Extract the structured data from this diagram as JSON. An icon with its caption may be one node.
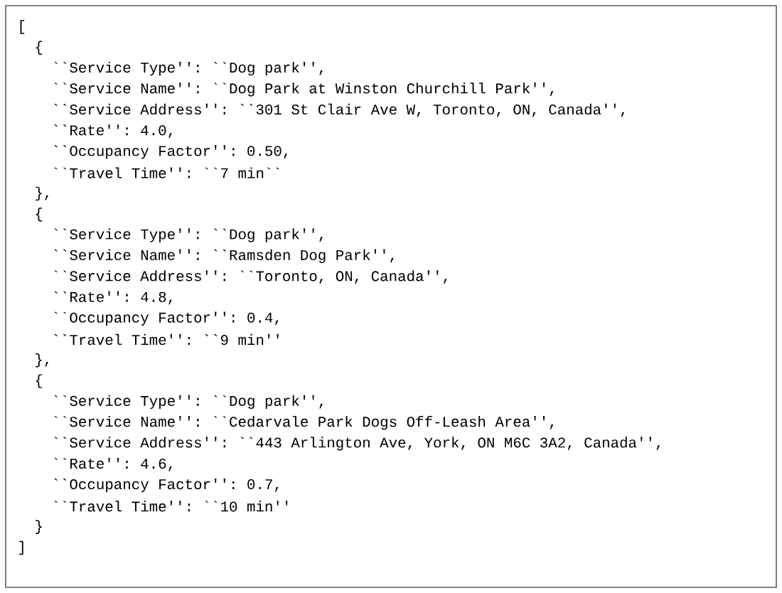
{
  "diagram": {
    "labels": [
      "[",
      "{",
      "``Service Type'': ``Dog park'',",
      "``Service Name'': ``Dog Park at Winston Churchill Park'',",
      "``Service Address'': ``301 St Clair Ave W, Toronto, ON, Canada'',",
      "``Rate'': 4.0,",
      "``Occupancy Factor'': 0.50,",
      "``Travel Time'': ``7 min``",
      "},",
      "{",
      "``Service Type'': ``Dog park'',",
      "``Service Name'': ``Ramsden Dog Park'',",
      "``Service Address'': ``Toronto, ON, Canada'',",
      "``Rate'': 4.8,",
      "``Occupancy Factor'': 0.4,",
      "``Travel Time'': ``9 min''",
      "},",
      "{",
      "``Service Type'': ``Dog park'',",
      "``Service Name'': ``Cedarvale Park Dogs Off-Leash Area'',",
      "``Service Address'': ``443 Arlington Ave, York, ON M6C 3A2, Canada'',",
      "``Rate'': 4.6,",
      "``Occupancy Factor'': 0.7,",
      "``Travel Time'': ``10 min''",
      "}",
      "]"
    ]
  }
}
